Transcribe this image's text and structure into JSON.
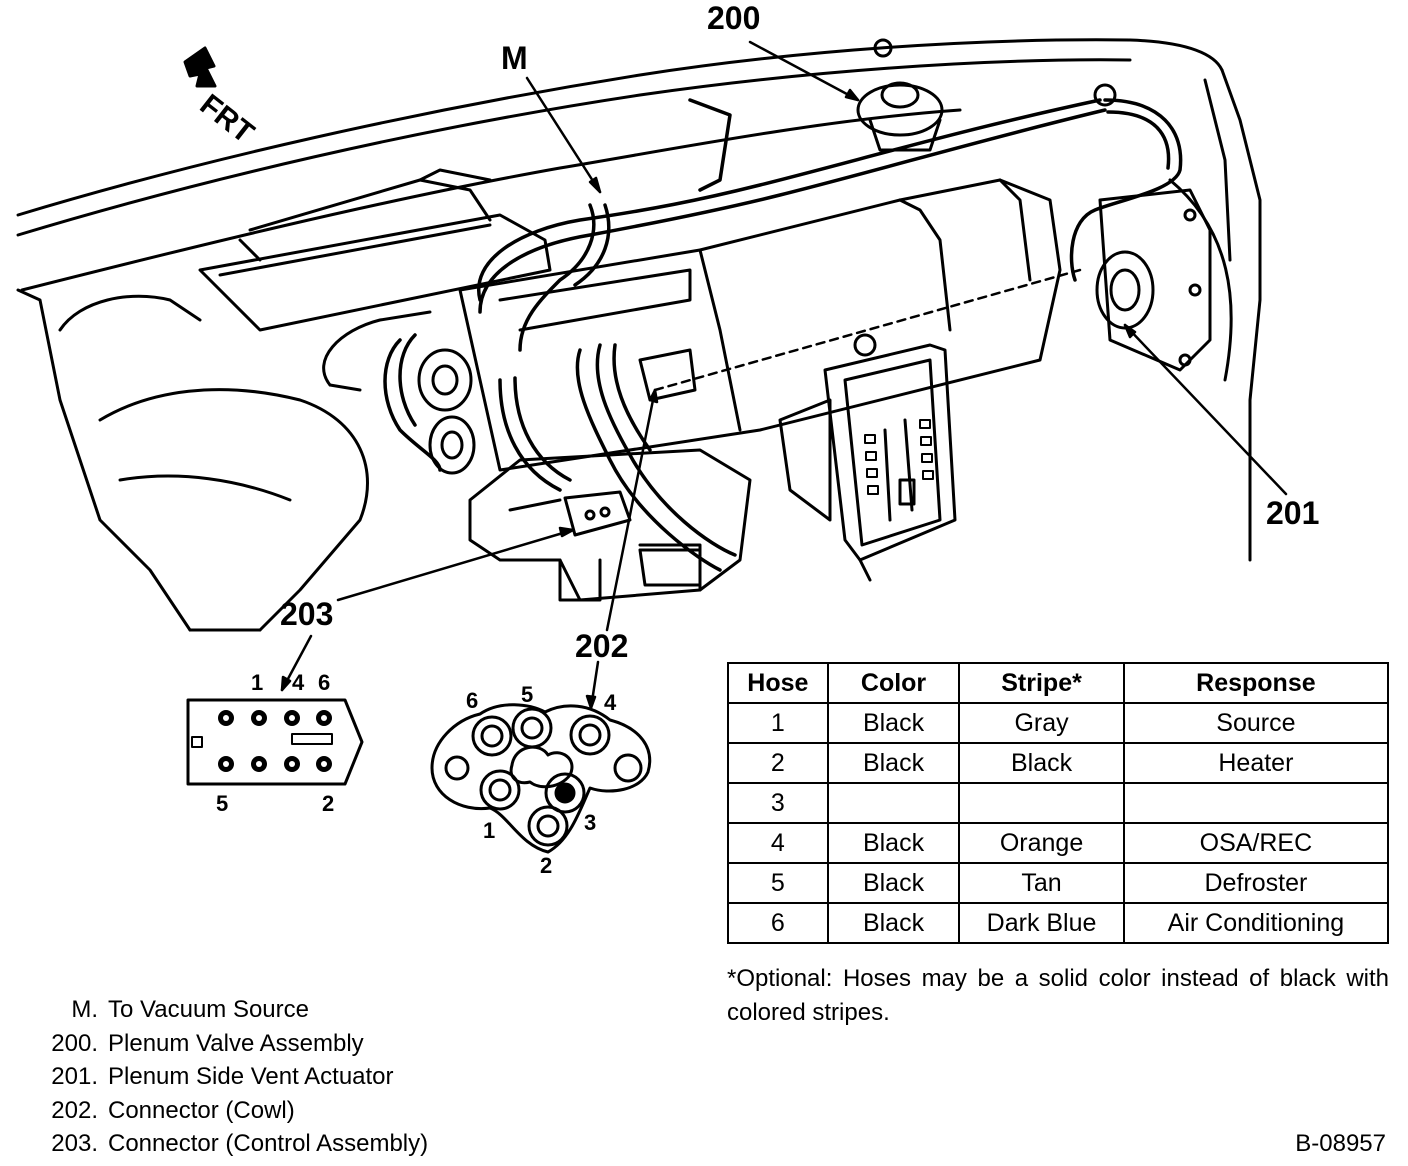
{
  "diagram": {
    "orientation_label": "FRT",
    "callouts": {
      "m": "M",
      "c200": "200",
      "c201": "201",
      "c202": "202",
      "c203": "203"
    },
    "connector_203_pins": {
      "p1": "1",
      "p4": "4",
      "p6": "6",
      "p5": "5",
      "p2": "2"
    },
    "connector_202_pins": {
      "p6": "6",
      "p5": "5",
      "p4": "4",
      "p1": "1",
      "p3": "3",
      "p2": "2"
    }
  },
  "hose_table": {
    "headers": {
      "hose": "Hose",
      "color": "Color",
      "stripe": "Stripe*",
      "response": "Response"
    },
    "rows": [
      {
        "hose": "1",
        "color": "Black",
        "stripe": "Gray",
        "response": "Source"
      },
      {
        "hose": "2",
        "color": "Black",
        "stripe": "Black",
        "response": "Heater"
      },
      {
        "hose": "3",
        "color": "",
        "stripe": "",
        "response": ""
      },
      {
        "hose": "4",
        "color": "Black",
        "stripe": "Orange",
        "response": "OSA/REC"
      },
      {
        "hose": "5",
        "color": "Black",
        "stripe": "Tan",
        "response": "Defroster"
      },
      {
        "hose": "6",
        "color": "Black",
        "stripe": "Dark Blue",
        "response": "Air Conditioning"
      }
    ],
    "footnote": "*Optional: Hoses may be a solid color instead of black with colored stripes."
  },
  "legend": [
    {
      "num": "M.",
      "text": "To Vacuum Source"
    },
    {
      "num": "200.",
      "text": "Plenum Valve Assembly"
    },
    {
      "num": "201.",
      "text": "Plenum Side Vent Actuator"
    },
    {
      "num": "202.",
      "text": "Connector (Cowl)"
    },
    {
      "num": "203.",
      "text": "Connector (Control Assembly)"
    }
  ],
  "figure_ref": "B-08957"
}
